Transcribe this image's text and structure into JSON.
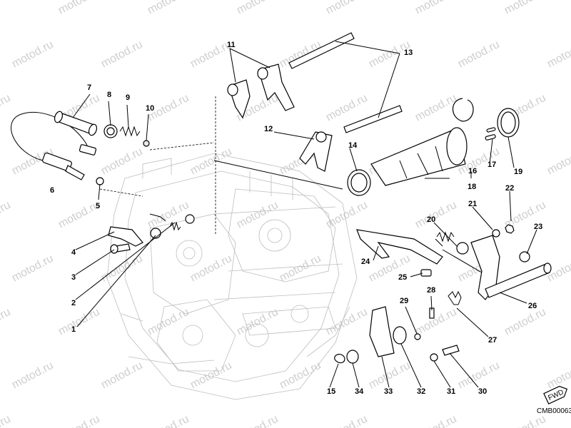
{
  "watermark": "motod.ru",
  "drawing_code": "CMB00063",
  "fwd_label": "FWD",
  "callouts": [
    "1",
    "2",
    "3",
    "4",
    "5",
    "6",
    "7",
    "8",
    "9",
    "10",
    "11",
    "12",
    "13",
    "14",
    "15",
    "16",
    "17",
    "18",
    "19",
    "20",
    "21",
    "22",
    "23",
    "24",
    "25",
    "26",
    "27",
    "28",
    "29",
    "30",
    "31",
    "32",
    "33",
    "34"
  ]
}
